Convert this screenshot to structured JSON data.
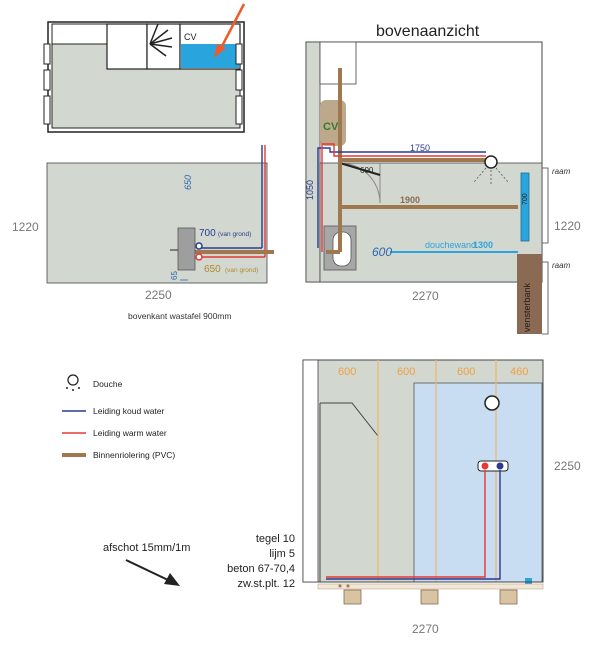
{
  "title": "bovenaanzicht",
  "labels": {
    "cv_small": "CV",
    "cv_big": "CV",
    "dim_650_vertical": "650",
    "dim_700": "700",
    "van_grond_1": "(van grond)",
    "dim_650": "650",
    "van_grond_2": "(van grond)",
    "dim_65": "65",
    "dim_1220_left": "1220",
    "dim_2250_bottom": "2250",
    "wastafel_caption": "bovenkant wastafel 900mm",
    "dim_1750": "1750",
    "dim_600_door": "600",
    "dim_1050": "1050",
    "dim_1900": "1900",
    "dim_700_window": "700",
    "raam_1": "raam",
    "raam_2": "raam",
    "dim_1220_right": "1220",
    "dim_600_italic": "600",
    "douchewand_label": "douchewand",
    "douchewand_value": "1300",
    "vensterbank": "vensterbank",
    "dim_2270_plan": "2270",
    "col_1": "600",
    "col_2": "600",
    "col_3": "600",
    "col_4": "460",
    "dim_2250_elev": "2250",
    "dim_2270_elev": "2270",
    "afschot": "afschot 15mm/1m",
    "layer_1": "tegel 10",
    "layer_2": "lijm 5",
    "layer_3": "beton 67-70,4",
    "layer_4": "zw.st.plt. 12"
  },
  "legend": [
    {
      "name": "Douche",
      "icon": "shower-icon"
    },
    {
      "name": "Leiding koud water",
      "color": "#2b3a8f"
    },
    {
      "name": "Leiding warm water",
      "color": "#e53935"
    },
    {
      "name": "Binnenriolering (PVC)",
      "color": "#a07850"
    }
  ],
  "colors": {
    "floor": "#d2d8d0",
    "cold": "#2b3a8f",
    "warm": "#e53935",
    "sewer": "#a07850",
    "cv_fill": "#2aa4dc",
    "arrow": "#f05a28",
    "shower_area": "#c8ddf1",
    "column_line": "#f2b46a",
    "window": "#2aa4dc"
  }
}
